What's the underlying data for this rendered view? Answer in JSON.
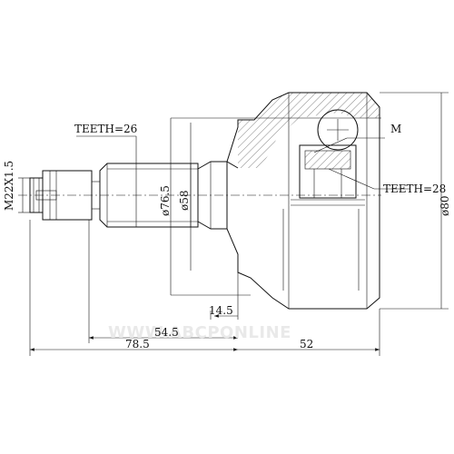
{
  "labels": {
    "teeth_outer": "TEETH=26",
    "teeth_inner": "TEETH=28",
    "thread": "M22X1.5",
    "marker_m": "M",
    "dia_76_5": "ø76.5",
    "dia_58": "ø58",
    "dia_80": "ø80",
    "len_14_5": "14.5",
    "len_54_5": "54.5",
    "len_78_5": "78.5",
    "len_52": "52"
  },
  "watermark": "WWW.ABCPONLINE",
  "colors": {
    "line": "#111111",
    "background": "#ffffff",
    "watermark": "#e9e9e9"
  }
}
